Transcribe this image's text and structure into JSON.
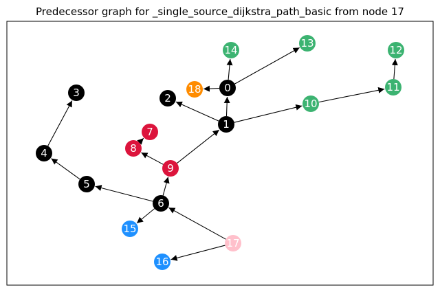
{
  "title": "Predecessor graph for _single_source_dijkstra_path_basic from node 17",
  "colors": {
    "black": "#000000",
    "green": "#3cb371",
    "orange": "#ff8c00",
    "crimson": "#dc143c",
    "blue": "#1e90ff",
    "pink": "#ffc0cb",
    "edge": "#000000",
    "label": "#ffffff"
  },
  "nodes": [
    {
      "id": "0",
      "color": "black"
    },
    {
      "id": "1",
      "color": "black"
    },
    {
      "id": "2",
      "color": "black"
    },
    {
      "id": "3",
      "color": "black"
    },
    {
      "id": "4",
      "color": "black"
    },
    {
      "id": "5",
      "color": "black"
    },
    {
      "id": "6",
      "color": "black"
    },
    {
      "id": "7",
      "color": "crimson"
    },
    {
      "id": "8",
      "color": "crimson"
    },
    {
      "id": "9",
      "color": "crimson"
    },
    {
      "id": "10",
      "color": "green"
    },
    {
      "id": "11",
      "color": "green"
    },
    {
      "id": "12",
      "color": "green"
    },
    {
      "id": "13",
      "color": "green"
    },
    {
      "id": "14",
      "color": "green"
    },
    {
      "id": "15",
      "color": "blue"
    },
    {
      "id": "16",
      "color": "blue"
    },
    {
      "id": "17",
      "color": "pink"
    },
    {
      "id": "18",
      "color": "orange"
    }
  ],
  "edges": [
    {
      "from": "17",
      "to": "6"
    },
    {
      "from": "17",
      "to": "16"
    },
    {
      "from": "6",
      "to": "9"
    },
    {
      "from": "6",
      "to": "5"
    },
    {
      "from": "6",
      "to": "15"
    },
    {
      "from": "9",
      "to": "1"
    },
    {
      "from": "9",
      "to": "8"
    },
    {
      "from": "8",
      "to": "7"
    },
    {
      "from": "5",
      "to": "4"
    },
    {
      "from": "4",
      "to": "3"
    },
    {
      "from": "1",
      "to": "0"
    },
    {
      "from": "1",
      "to": "2"
    },
    {
      "from": "1",
      "to": "10"
    },
    {
      "from": "10",
      "to": "11"
    },
    {
      "from": "11",
      "to": "12"
    },
    {
      "from": "0",
      "to": "14"
    },
    {
      "from": "0",
      "to": "13"
    },
    {
      "from": "0",
      "to": "18"
    }
  ]
}
